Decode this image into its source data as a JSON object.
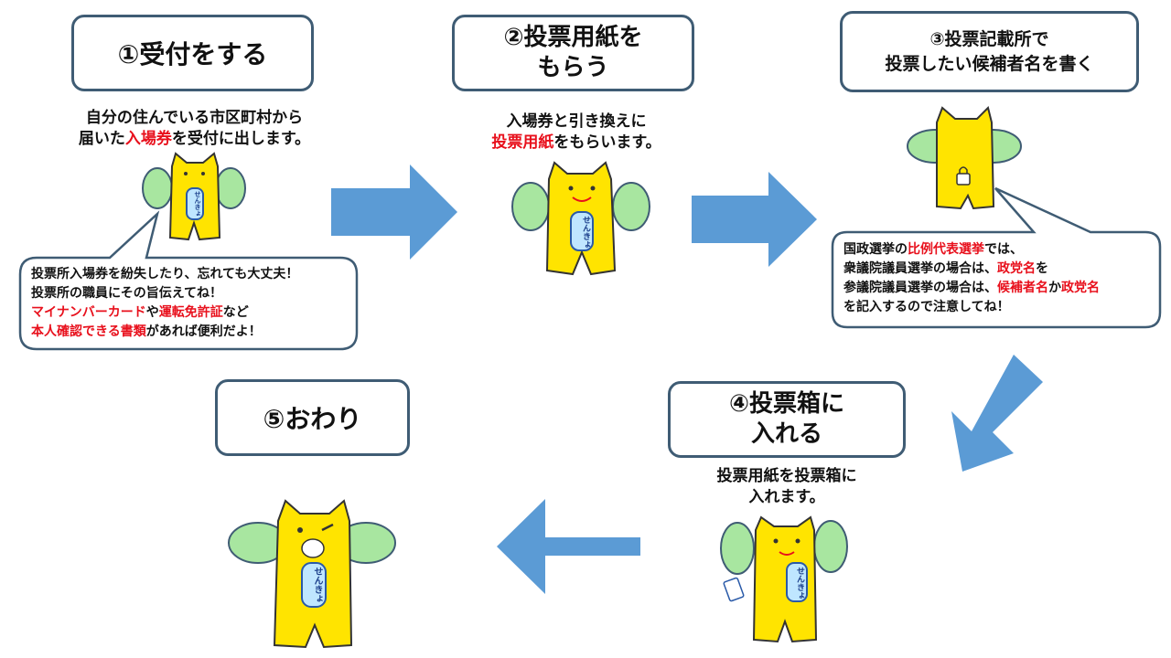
{
  "colors": {
    "arrow": "#5b9bd5",
    "box_border": "#3f5c74",
    "highlight": "#e8101c",
    "mascot": "#ffe400",
    "wing": "#a8e6a0"
  },
  "steps": [
    {
      "title": "①受付をする"
    },
    {
      "title": "②投票用紙を\nもらう"
    },
    {
      "title": "③投票記載所で\n投票したい候補者名を書く"
    },
    {
      "title": "④投票箱に\n入れる"
    },
    {
      "title": "⑤おわり"
    }
  ],
  "captions": {
    "step1": {
      "a": "自分の住んでいる市区町村から",
      "b": "届いた",
      "c": "入場券",
      "d": "を受付に出します。"
    },
    "step2": {
      "a": "入場券と引き換えに",
      "b": "投票用紙",
      "c": "をもらいます。"
    },
    "step4": {
      "a": "投票用紙を投票箱に",
      "b": "入れます。"
    }
  },
  "bubbles": {
    "left": {
      "l1": "投票所入場券を紛失したり、忘れても大丈夫！",
      "l2": "投票所の職員にその旨伝えてね！",
      "l3a": "マイナンバーカード",
      "l3b": "や",
      "l3c": "運転免許証",
      "l3d": "など",
      "l4a": "本人確認できる書類",
      "l4b": "があれば便利だよ！"
    },
    "right": {
      "l1a": "国政選挙の",
      "l1b": "比例代表選挙",
      "l1c": "では、",
      "l2a": "衆議院議員選挙の場合は、",
      "l2b": "政党名",
      "l2c": "を",
      "l3a": "参議院議員選挙の場合は、",
      "l3b": "候補者名",
      "l3c": "か",
      "l3d": "政党名",
      "l4": "を記入するので注意してね！"
    }
  },
  "mascot_label": "せんきょ",
  "icons": {
    "arrows": "block-arrow-icon",
    "lock": "lock-icon"
  }
}
